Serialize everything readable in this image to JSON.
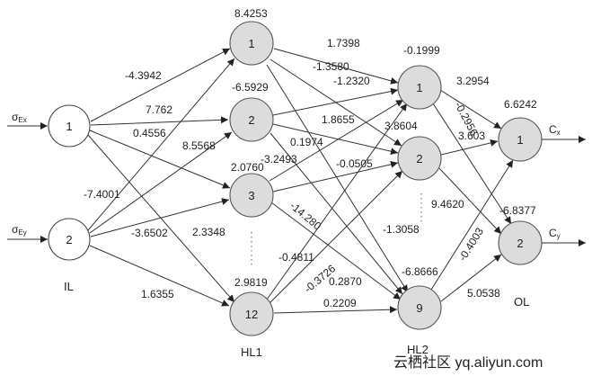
{
  "layers": {
    "IL": {
      "label": "IL",
      "nodes": [
        "1",
        "2"
      ]
    },
    "HL1": {
      "label": "HL1",
      "nodes": [
        "1",
        "2",
        "3",
        "12"
      ]
    },
    "HL2": {
      "label": "HL2",
      "nodes": [
        "1",
        "2",
        "9"
      ]
    },
    "OL": {
      "label": "OL",
      "nodes": [
        "1",
        "2"
      ]
    }
  },
  "inputs": [
    {
      "symbol": "σ",
      "subscript": "Ex"
    },
    {
      "symbol": "σ",
      "subscript": "Ey"
    }
  ],
  "outputs": [
    {
      "symbol": "C",
      "subscript": "x"
    },
    {
      "symbol": "C",
      "subscript": "y"
    }
  ],
  "weights_il_hl1": [
    "-4.3942",
    "7.762",
    "0.4556",
    "8.5568",
    "-7.4001",
    "-3.6502",
    "2.3348",
    "1.6355"
  ],
  "biases_hl1": [
    "8.4253",
    "-6.5929",
    "2.0760",
    "2.9819"
  ],
  "weights_hl1_hl2": [
    "1.7398",
    "-1.3580",
    "-1.2320",
    "1.8655",
    "0.1974",
    "-3.2493",
    "-0.0505",
    "-14.280",
    "-1.3058",
    "-0.4811",
    "-0.3726",
    "0.2870",
    "0.2209"
  ],
  "biases_hl2": [
    "-0.1999",
    "3.8604",
    "-6.8666"
  ],
  "weights_hl2_ol": [
    "3.2954",
    "-0.2956",
    "3.603",
    "9.4620",
    "-0.4003",
    "5.0538"
  ],
  "biases_ol": [
    "6.6242",
    "-6.8377"
  ],
  "watermark": "云栖社区 yq.aliyun.com"
}
